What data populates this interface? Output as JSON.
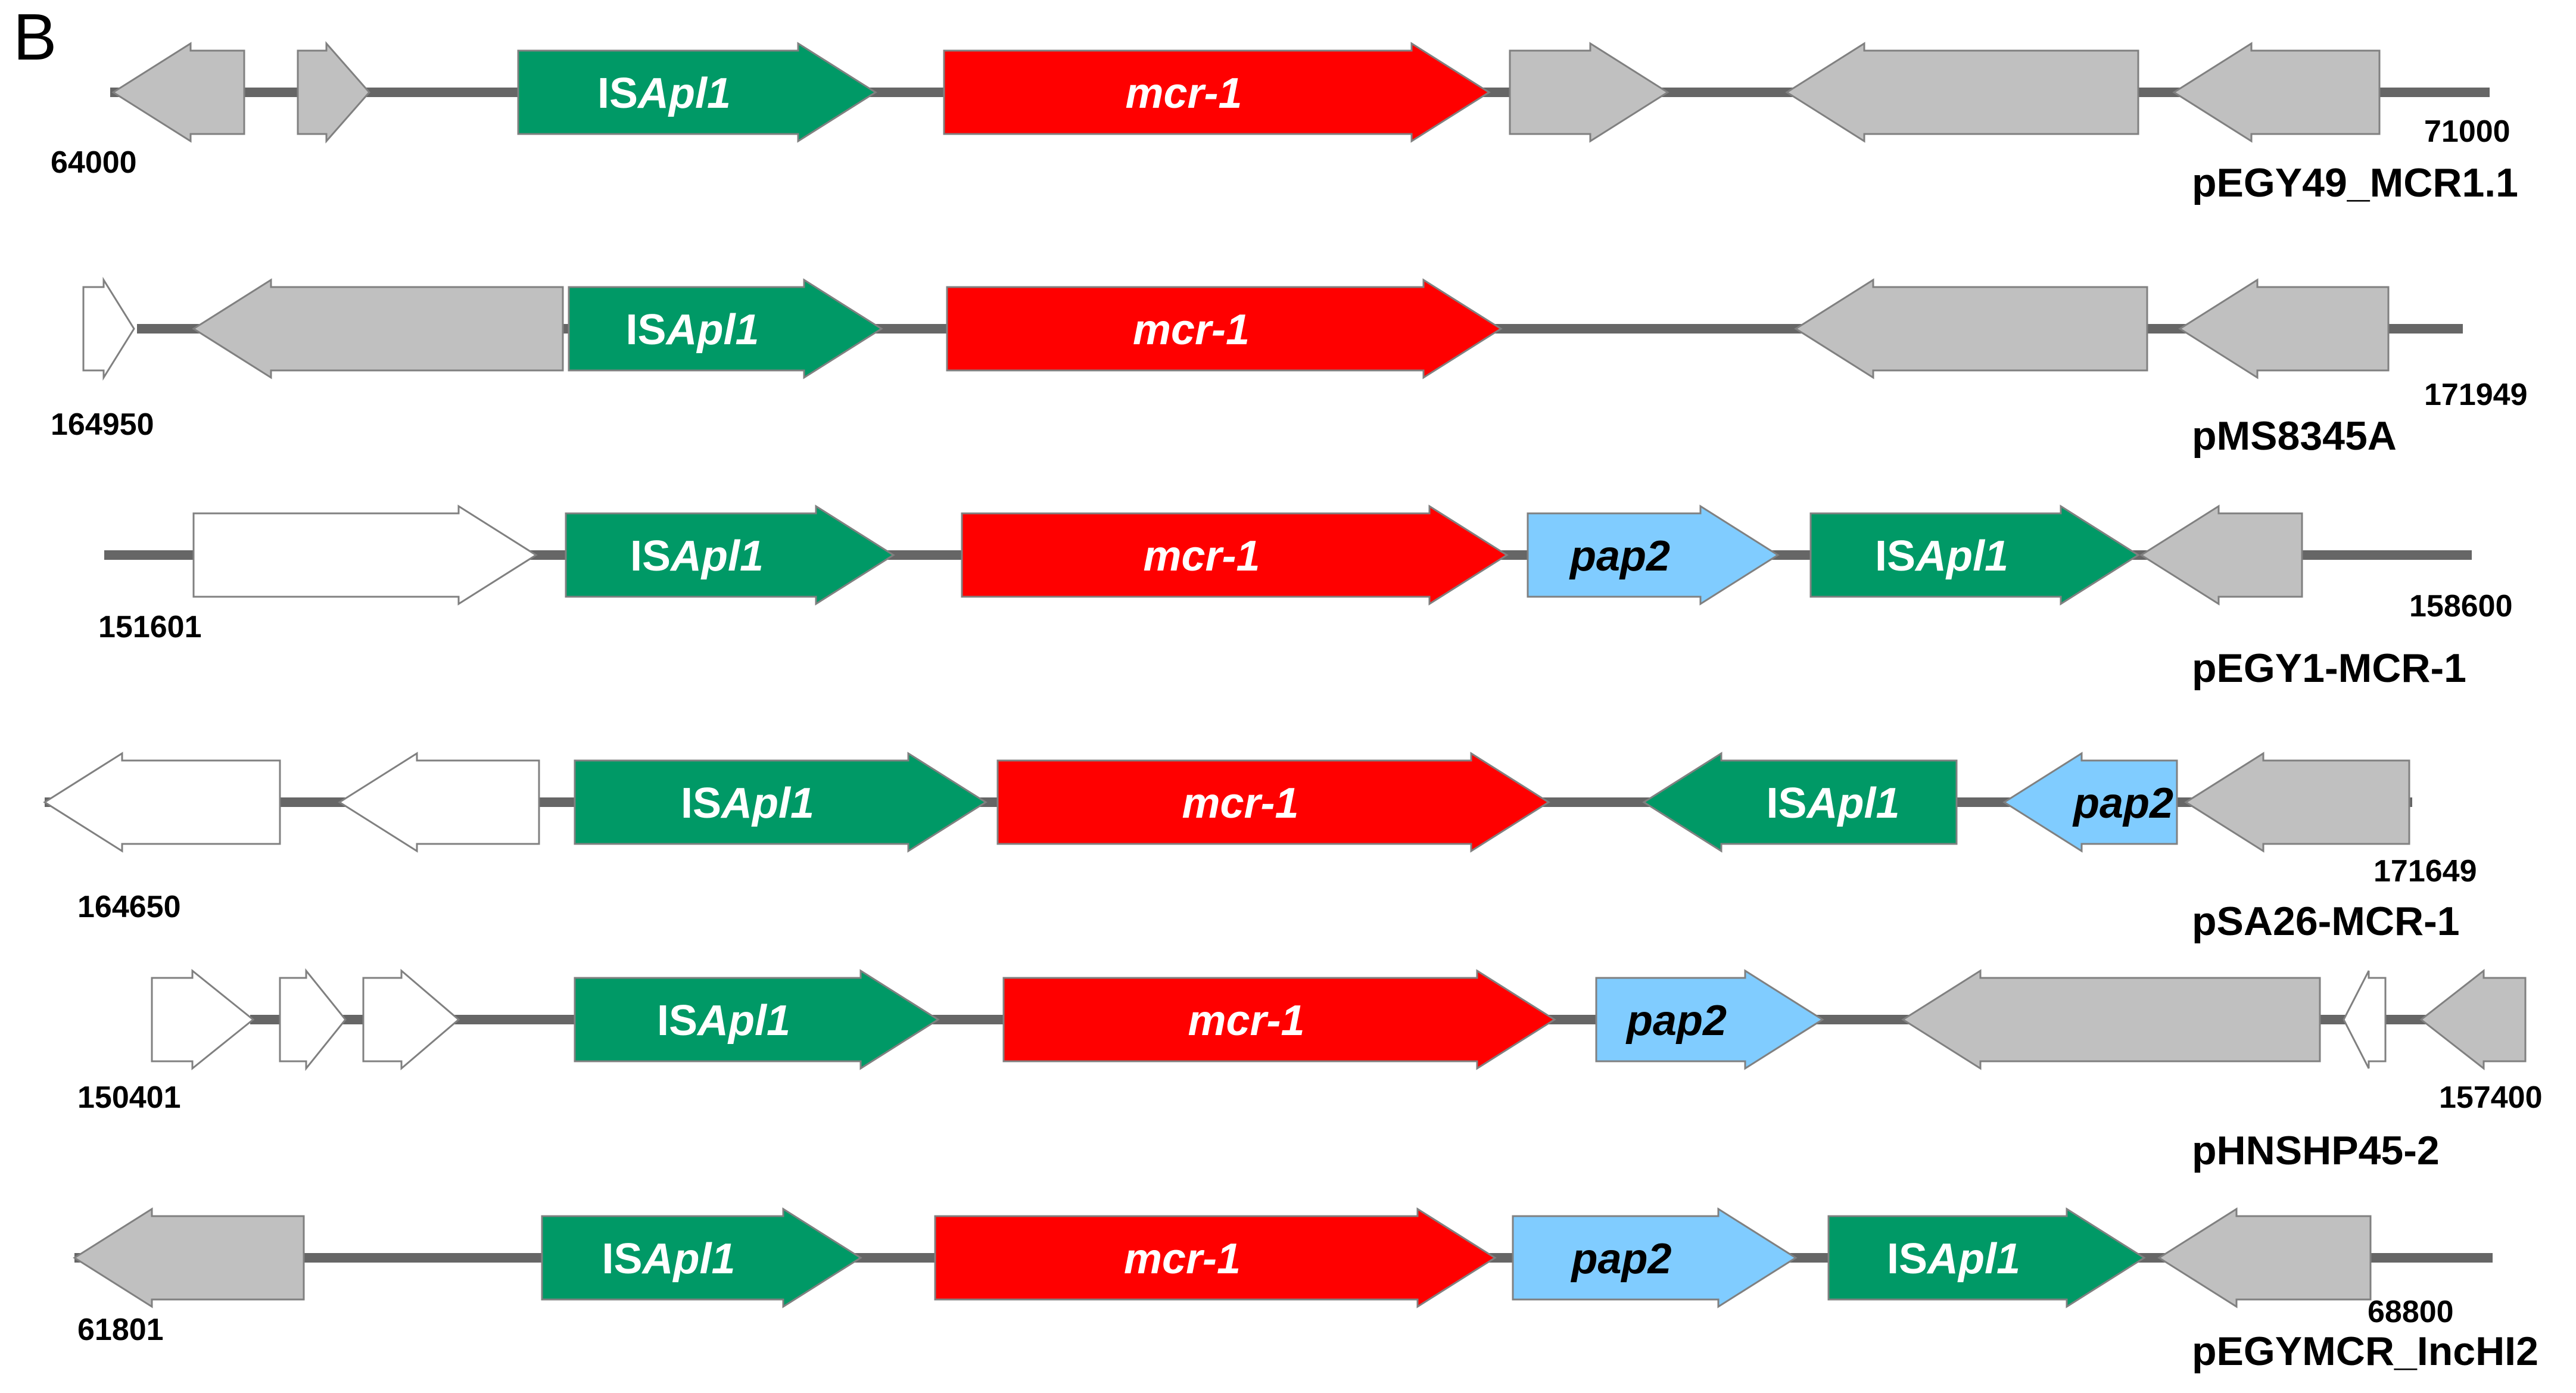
{
  "panel_label": "B",
  "colors": {
    "backbone": "#666666",
    "grey_gene": "#c0c0c0",
    "white_gene": "#ffffff",
    "isapl1": "#009966",
    "mcr1": "#ff0000",
    "pap2": "#80ccff",
    "outline": "#808080"
  },
  "labels": {
    "isapl1": "ISApl1",
    "isapl1_prefix": "IS",
    "isapl1_italic": "Apl1",
    "mcr1": "mcr-1",
    "pap2": "pap2"
  },
  "tracks": [
    {
      "name": "pEGY49_MCR1.1",
      "start": "64000",
      "end": "71000",
      "genes": [
        {
          "type": "grey",
          "dir": -1
        },
        {
          "type": "grey",
          "dir": 1
        },
        {
          "type": "isapl1",
          "dir": 1,
          "label": "ISApl1"
        },
        {
          "type": "mcr1",
          "dir": 1,
          "label": "mcr-1"
        },
        {
          "type": "grey",
          "dir": 1
        },
        {
          "type": "grey",
          "dir": -1
        },
        {
          "type": "grey",
          "dir": -1
        }
      ]
    },
    {
      "name": "pMS8345A",
      "start": "164950",
      "end": "171949",
      "genes": [
        {
          "type": "white",
          "dir": 1
        },
        {
          "type": "grey",
          "dir": -1
        },
        {
          "type": "isapl1",
          "dir": 1,
          "label": "ISApl1"
        },
        {
          "type": "mcr1",
          "dir": 1,
          "label": "mcr-1"
        },
        {
          "type": "grey",
          "dir": -1
        },
        {
          "type": "grey",
          "dir": -1
        }
      ]
    },
    {
      "name": "pEGY1-MCR-1",
      "start": "151601",
      "end": "158600",
      "genes": [
        {
          "type": "white",
          "dir": 1
        },
        {
          "type": "isapl1",
          "dir": 1,
          "label": "ISApl1"
        },
        {
          "type": "mcr1",
          "dir": 1,
          "label": "mcr-1"
        },
        {
          "type": "pap2",
          "dir": 1,
          "label": "pap2"
        },
        {
          "type": "isapl1",
          "dir": 1,
          "label": "ISApl1"
        },
        {
          "type": "grey",
          "dir": -1
        }
      ]
    },
    {
      "name": "pSA26-MCR-1",
      "start": "164650",
      "end": "171649",
      "genes": [
        {
          "type": "white",
          "dir": -1
        },
        {
          "type": "white",
          "dir": -1
        },
        {
          "type": "isapl1",
          "dir": 1,
          "label": "ISApl1"
        },
        {
          "type": "mcr1",
          "dir": 1,
          "label": "mcr-1"
        },
        {
          "type": "isapl1",
          "dir": -1,
          "label": "ISApl1"
        },
        {
          "type": "pap2",
          "dir": -1,
          "label": "pap2"
        },
        {
          "type": "grey",
          "dir": -1
        }
      ]
    },
    {
      "name": "pHNSHP45-2",
      "start": "150401",
      "end": "157400",
      "genes": [
        {
          "type": "white",
          "dir": 1
        },
        {
          "type": "white",
          "dir": 1
        },
        {
          "type": "white",
          "dir": 1
        },
        {
          "type": "isapl1",
          "dir": 1,
          "label": "ISApl1"
        },
        {
          "type": "mcr1",
          "dir": 1,
          "label": "mcr-1"
        },
        {
          "type": "pap2",
          "dir": 1,
          "label": "pap2"
        },
        {
          "type": "grey",
          "dir": -1
        },
        {
          "type": "white",
          "dir": -1
        },
        {
          "type": "grey",
          "dir": -1
        }
      ]
    },
    {
      "name": "pEGYMCR_IncHI2",
      "start": "61801",
      "end": "68800",
      "genes": [
        {
          "type": "grey",
          "dir": -1
        },
        {
          "type": "isapl1",
          "dir": 1,
          "label": "ISApl1"
        },
        {
          "type": "mcr1",
          "dir": 1,
          "label": "mcr-1"
        },
        {
          "type": "pap2",
          "dir": 1,
          "label": "pap2"
        },
        {
          "type": "isapl1",
          "dir": 1,
          "label": "ISApl1"
        },
        {
          "type": "grey",
          "dir": -1
        }
      ]
    }
  ]
}
